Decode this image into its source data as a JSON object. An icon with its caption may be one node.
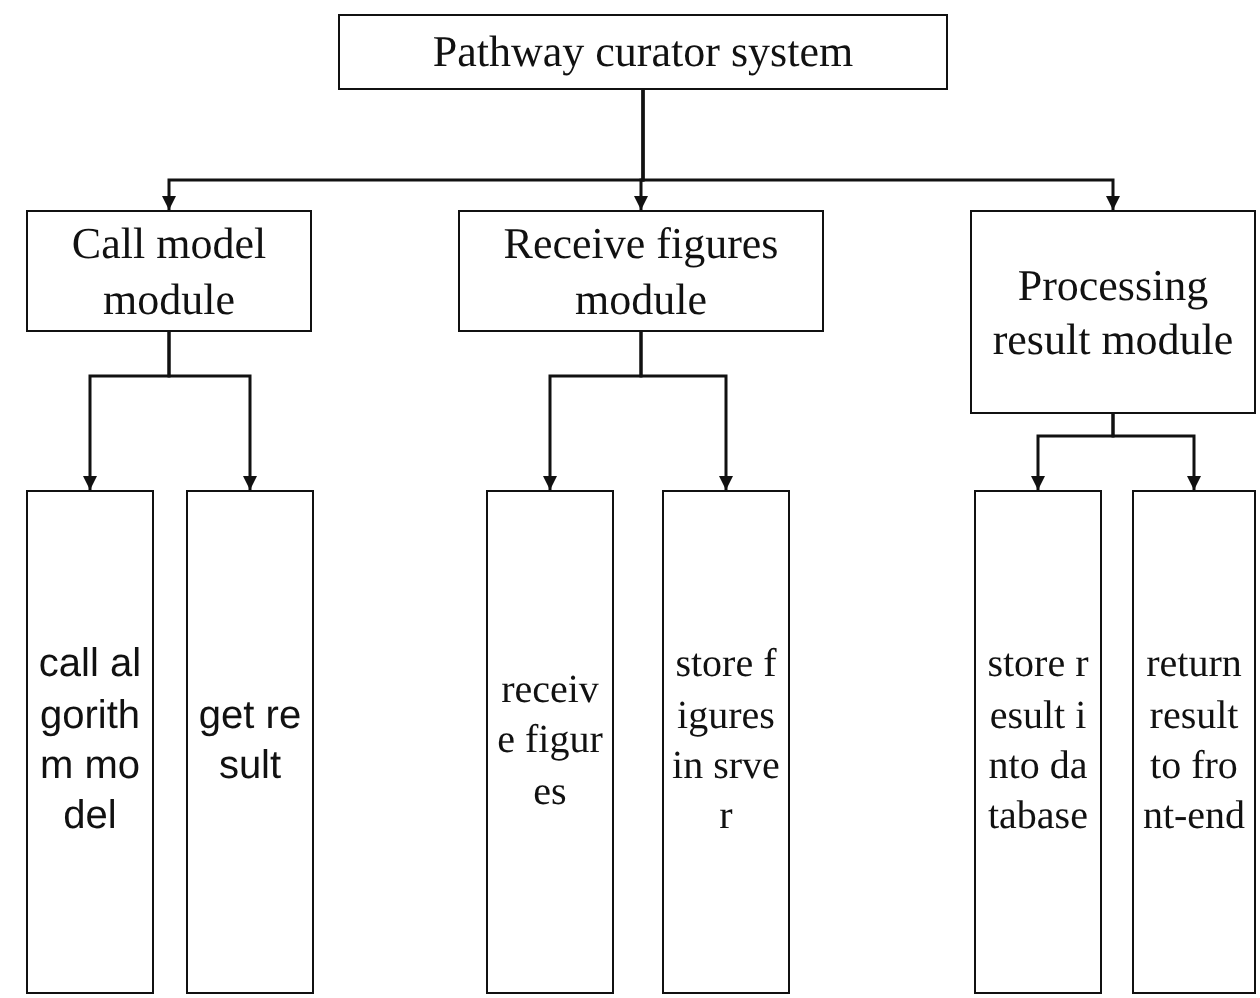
{
  "diagram": {
    "nodes": [
      {
        "text": [
          "Pathway curator system"
        ]
      },
      {
        "text": [
          "Call model module"
        ]
      },
      {
        "text": [
          "Receive figures module"
        ]
      },
      {
        "text": [
          "Processing result module"
        ]
      },
      {
        "text": [
          "call algorithm model"
        ]
      },
      {
        "text": [
          "get result"
        ]
      },
      {
        "text": [
          "receive figures"
        ]
      },
      {
        "text": [
          "store figures in srver"
        ]
      },
      {
        "text": [
          "store result into database"
        ]
      },
      {
        "text": [
          "return result to front-end"
        ]
      }
    ],
    "edges": [
      {
        "from": 0,
        "to": 1,
        "arrow": "to"
      },
      {
        "from": 0,
        "to": 2,
        "arrow": "to"
      },
      {
        "from": 0,
        "to": 3,
        "arrow": "to"
      },
      {
        "from": 1,
        "to": 4,
        "arrow": "to"
      },
      {
        "from": 1,
        "to": 5,
        "arrow": "to"
      },
      {
        "from": 2,
        "to": 6,
        "arrow": "to"
      },
      {
        "from": 2,
        "to": 7,
        "arrow": "to"
      },
      {
        "from": 3,
        "to": 8,
        "arrow": "to"
      },
      {
        "from": 3,
        "to": 9,
        "arrow": "to"
      }
    ]
  }
}
